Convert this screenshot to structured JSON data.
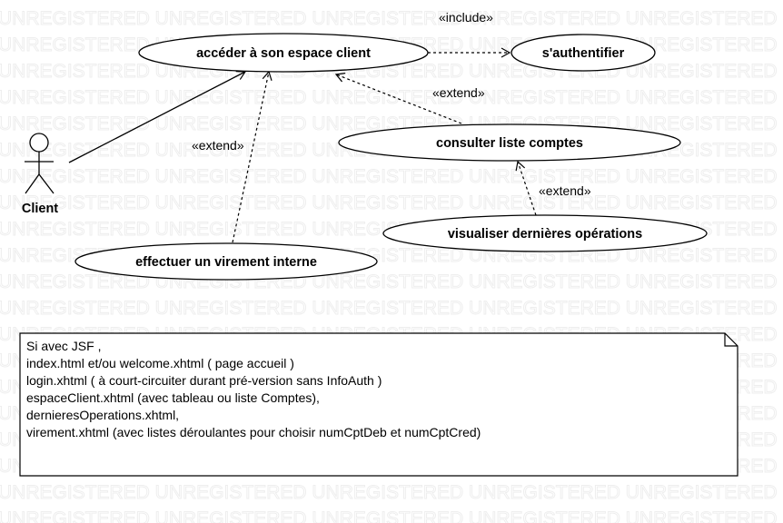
{
  "watermark": {
    "text": "UNREGISTERED UNREGISTERED UNREGISTERED UNREGISTERED UNREGISTERED UNREGISTERED"
  },
  "actor": {
    "label": "Client"
  },
  "use_cases": {
    "acceder": "accéder à son espace client",
    "authentifier": "s'authentifier",
    "consulter": "consulter liste comptes",
    "visualiser": "visualiser dernières opérations",
    "virement": "effectuer un virement interne"
  },
  "relations": {
    "include_label": "«include»",
    "extend_consulter_label": "«extend»",
    "extend_virement_label": "«extend»",
    "extend_visualiser_label": "«extend»"
  },
  "note": {
    "lines": [
      "Si avec JSF ,",
      "index.html et/ou welcome.xhtml ( page accueil )",
      "login.xhtml ( à court-circuiter durant pré-version sans InfoAuth )",
      "espaceClient.xhtml (avec tableau ou liste Comptes),",
      "dernieresOperations.xhtml,",
      "virement.xhtml (avec listes déroulantes pour choisir numCptDeb et numCptCred)"
    ]
  }
}
